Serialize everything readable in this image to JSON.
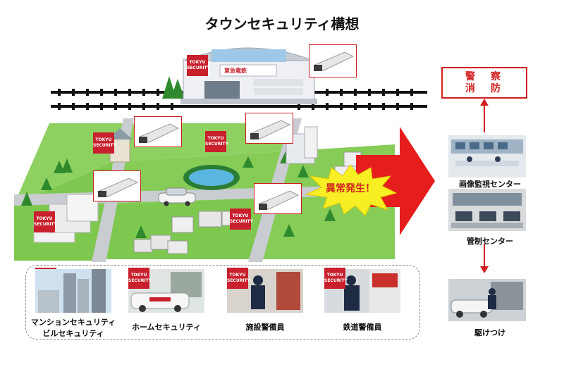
{
  "title": "タウンセキュリティ構想",
  "station_sign": "東急電鉄",
  "security_badge": [
    "TOKYU",
    "SECURITY"
  ],
  "alert_text": "異常発生！",
  "authorities": [
    "警　察",
    "消　防"
  ],
  "centers": [
    {
      "label": "画像監視センター"
    },
    {
      "label": "管制センター"
    },
    {
      "label": "駆けつけ"
    }
  ],
  "services": [
    {
      "label_line1": "マンションセキュリティ",
      "label_line2": "ビルセキュリティ"
    },
    {
      "label_line1": "ホームセキュリティ",
      "label_line2": ""
    },
    {
      "label_line1": "施設警備員",
      "label_line2": ""
    },
    {
      "label_line1": "鉄道警備員",
      "label_line2": ""
    }
  ],
  "colors": {
    "accent_red": "#d11f1f",
    "grass": "#7ec850",
    "road": "#c9cdd2",
    "badge": "#c8202c"
  }
}
